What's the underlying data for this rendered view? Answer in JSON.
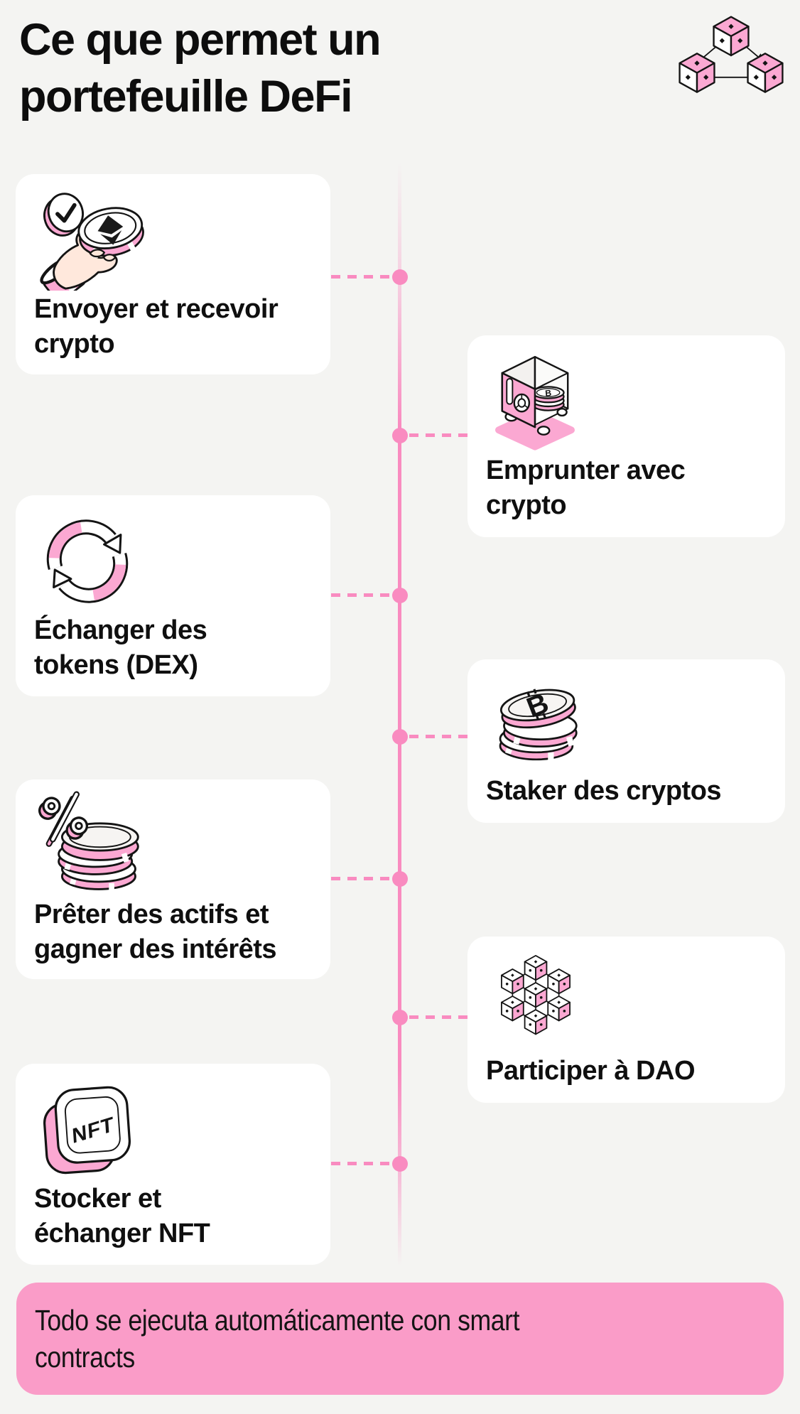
{
  "page": {
    "title": "Ce que permet un portefeuille DeFi"
  },
  "colors": {
    "background": "#F4F4F2",
    "card_background": "#FFFFFF",
    "accent_pink": "#F98BC0",
    "banner_pink": "#FA9CC8",
    "icon_pink": "#FBA8D2",
    "text": "#0F0F0F"
  },
  "header": {
    "icon": "blockchain-cubes-icon"
  },
  "cards": [
    {
      "side": "left",
      "label": "Envoyer et recevoir crypto",
      "icon": "hand-coin-icon"
    },
    {
      "side": "right",
      "label": "Emprunter avec crypto",
      "icon": "safe-bitcoin-icon"
    },
    {
      "side": "left",
      "label": "Échanger des tokens (DEX)",
      "icon": "swap-arrows-icon"
    },
    {
      "side": "right",
      "label": "Staker des cryptos",
      "icon": "bitcoin-stack-icon"
    },
    {
      "side": "left",
      "label": "Prêter des actifs et gagner des intérêts",
      "icon": "percent-coins-icon"
    },
    {
      "side": "right",
      "label": "Participer à DAO",
      "icon": "cube-network-icon"
    },
    {
      "side": "left",
      "label": "Stocker et échanger NFT",
      "icon": "nft-keycap-icon"
    }
  ],
  "icons": {
    "nft_label": "NFT",
    "percent_symbol": "%",
    "bitcoin_letter": "B"
  },
  "banner": {
    "text": "Todo se ejecuta automáticamente con smart contracts"
  }
}
